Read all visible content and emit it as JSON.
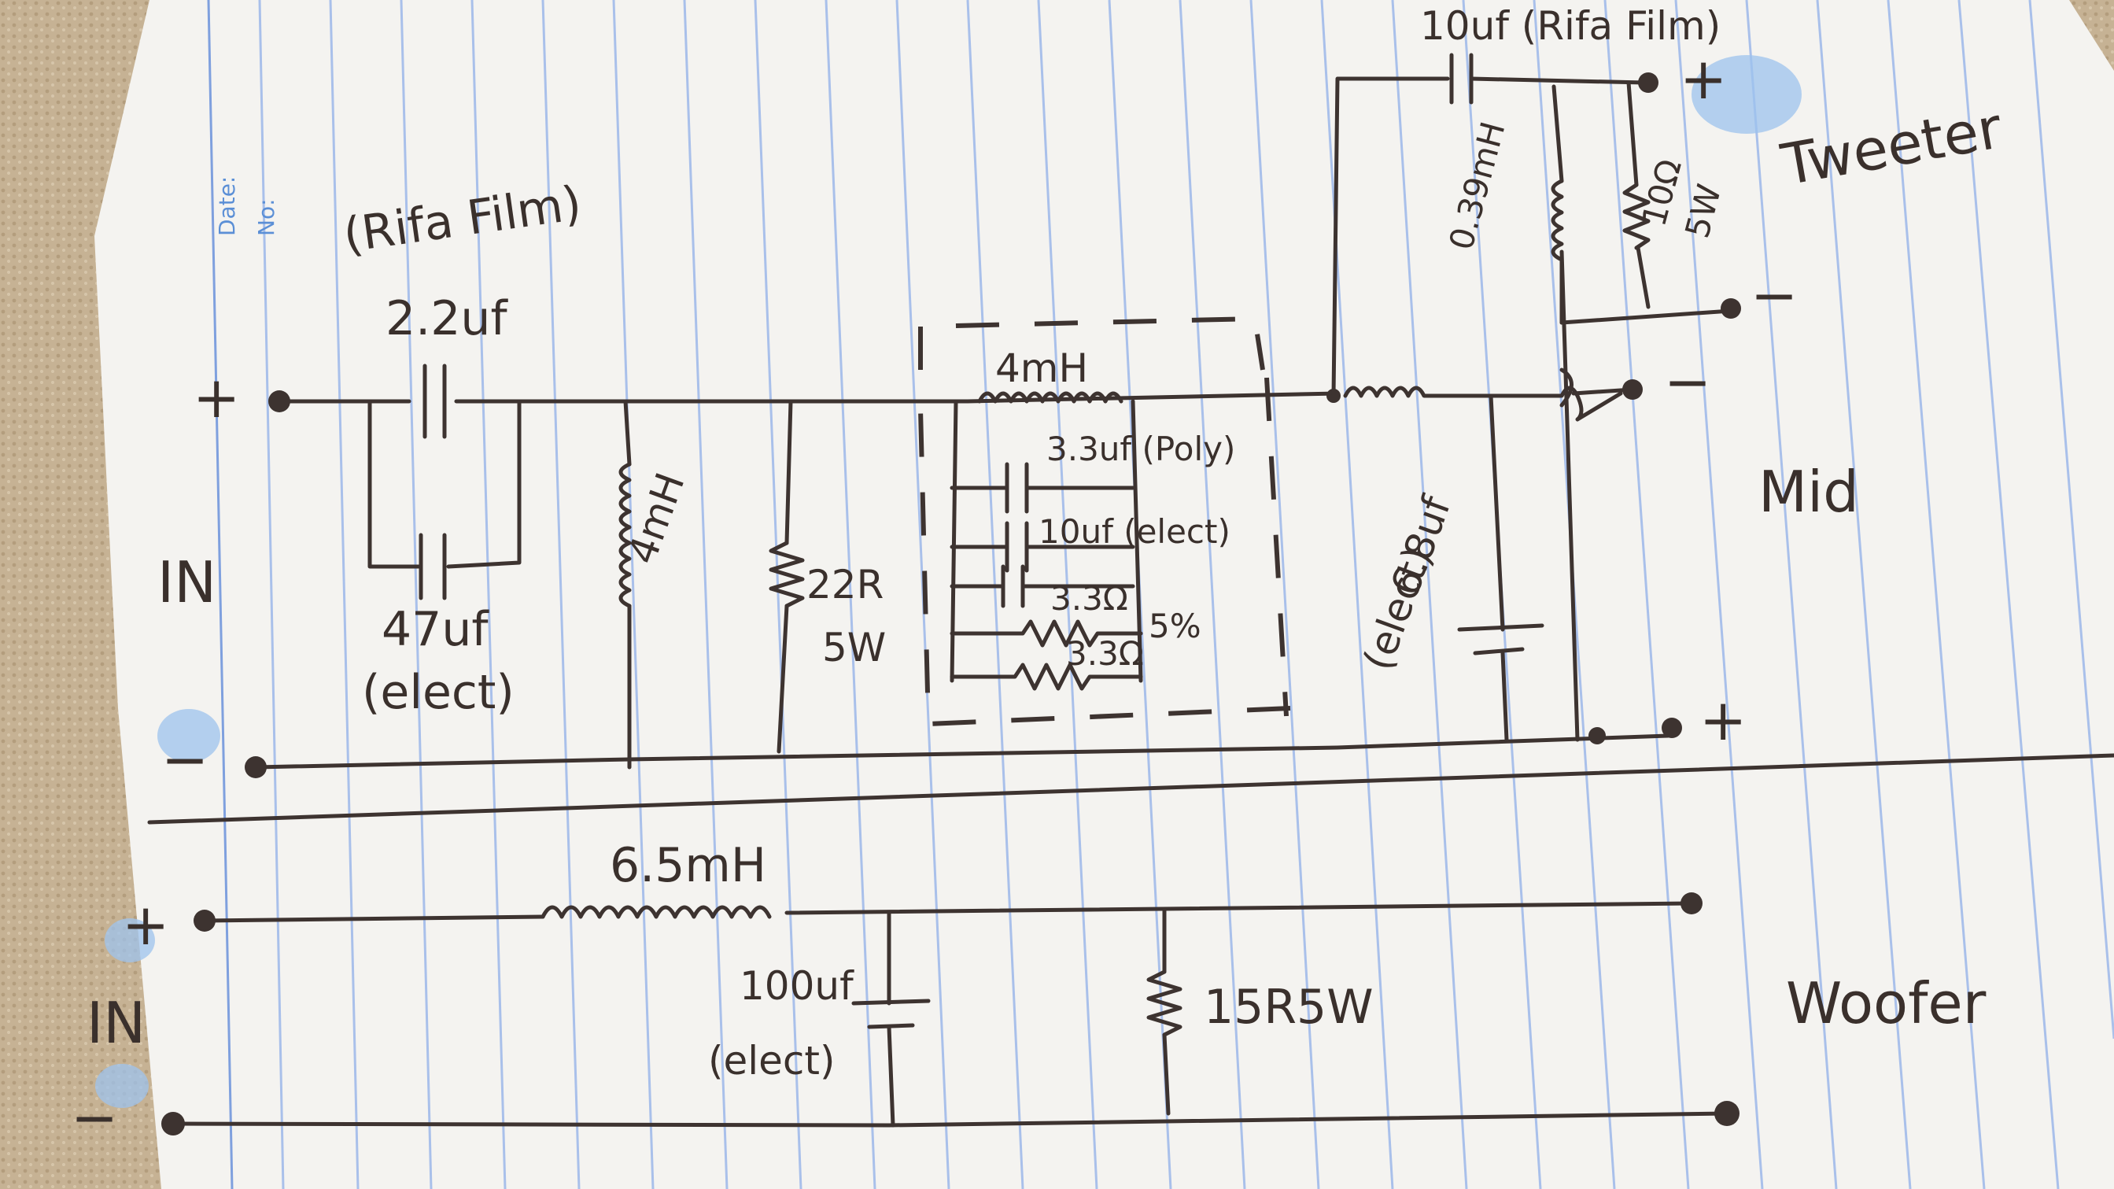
{
  "paper": {
    "preprinted_date": "Date:",
    "preprinted_no": "No:"
  },
  "colors": {
    "ink": "#3d3330",
    "paper": "#f4f3f0",
    "rule_blue": "#9fb8e6",
    "carpet": "#c8b497"
  },
  "top_section": {
    "input_label": "IN",
    "input_plus": "+",
    "input_minus": "−",
    "c1_note": "(Rifa Film)",
    "c1_value": "2.2uf",
    "c2_value": "47uf",
    "c2_note": "(elect)",
    "shunt_inductor": "4mH",
    "shunt_resistor_value": "22R",
    "shunt_resistor_power": "5W",
    "notch_inductor": "4mH",
    "notch_c1": "3.3uf (Poly)",
    "notch_c2": "10uf (elect)",
    "notch_r1": "3.3Ω",
    "notch_tolerance": "5%",
    "notch_r2": "3.3Ω",
    "shunt_cap_value": "6.8uf",
    "shunt_cap_note": "(elect)",
    "tweeter_cap": "10uf (Rifa Film)",
    "tweeter_inductor": "0.39mH",
    "tweeter_resistor_value": "10Ω",
    "tweeter_resistor_power": "5W",
    "tweeter_label": "Tweeter",
    "tweeter_plus": "+",
    "tweeter_minus": "−",
    "mid_label": "Mid",
    "mid_minus": "−",
    "mid_plus": "+"
  },
  "bottom_section": {
    "input_label": "IN",
    "input_plus": "+",
    "input_minus": "−",
    "series_inductor": "6.5mH",
    "cap_value": "100uf",
    "cap_note": "(elect)",
    "resistor": "15R5W",
    "woofer_label": "Woofer"
  }
}
